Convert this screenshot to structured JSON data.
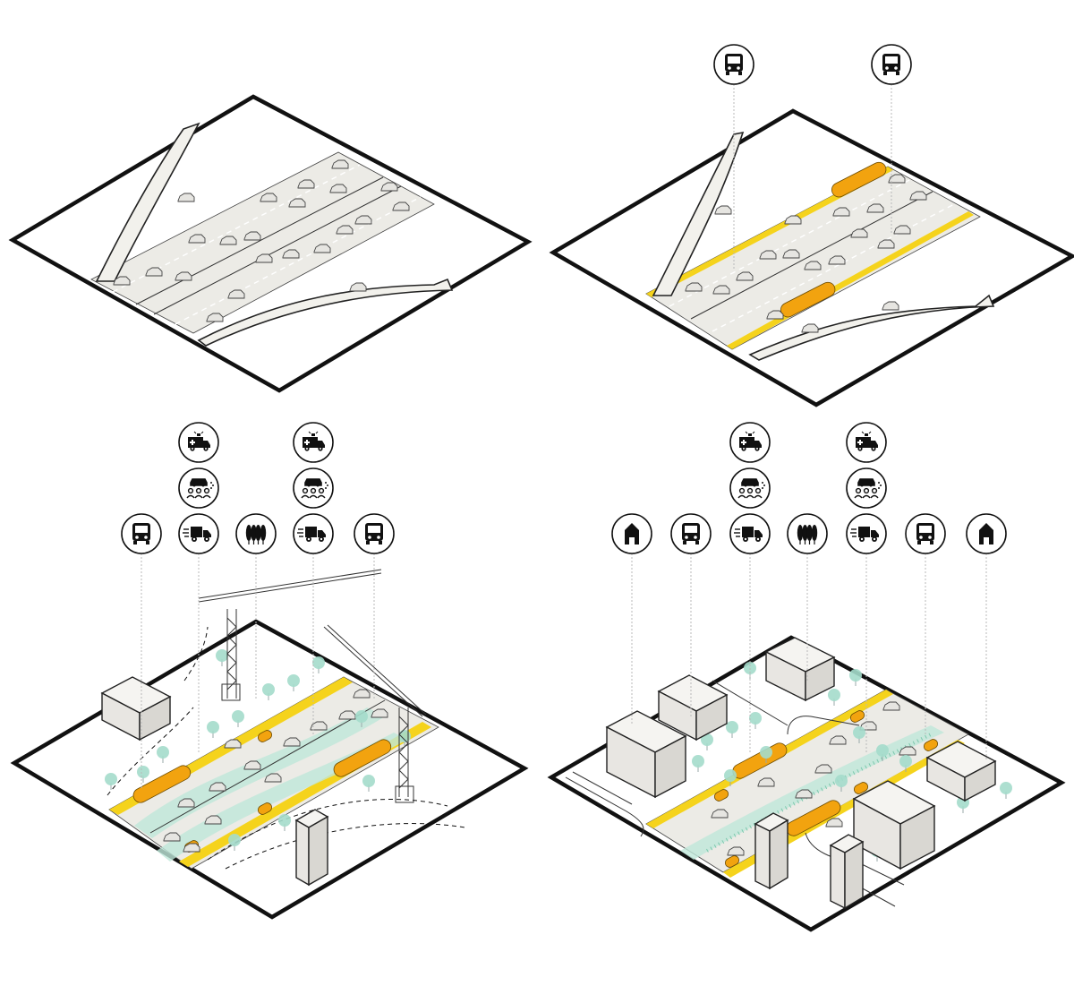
{
  "panels": [
    {
      "id": "existing-highway",
      "icons": []
    },
    {
      "id": "bus-lanes",
      "icons": [
        "bus-icon",
        "bus-icon"
      ]
    },
    {
      "id": "construction-phase",
      "icons": [
        "bus-icon",
        "truck-icon",
        "ambulance-icon",
        "carpool-icon",
        "trees-icon",
        "truck-icon",
        "ambulance-icon",
        "carpool-icon",
        "bus-icon"
      ]
    },
    {
      "id": "urban-boulevard",
      "icons": [
        "house-icon",
        "bus-icon",
        "truck-icon",
        "ambulance-icon",
        "carpool-icon",
        "trees-icon",
        "truck-icon",
        "ambulance-icon",
        "carpool-icon",
        "bus-icon",
        "house-icon"
      ]
    }
  ],
  "colors": {
    "bus_lane": "#f5d31c",
    "tram": "#f2a30f",
    "greenery": "#a4dccb",
    "road": "#ecebe6",
    "outline": "#111111"
  }
}
